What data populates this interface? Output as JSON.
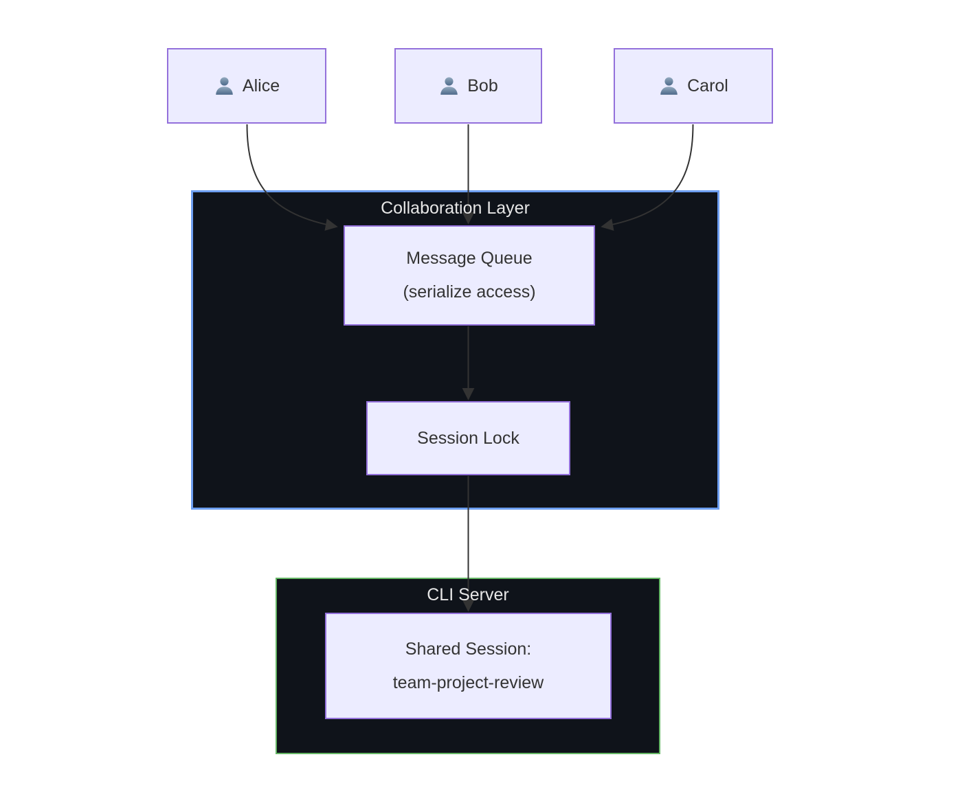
{
  "diagram": {
    "type": "flowchart",
    "actors": [
      {
        "id": "alice",
        "label": "Alice",
        "icon": "user-icon"
      },
      {
        "id": "bob",
        "label": "Bob",
        "icon": "user-icon"
      },
      {
        "id": "carol",
        "label": "Carol",
        "icon": "user-icon"
      }
    ],
    "clusters": {
      "collaboration": {
        "title": "Collaboration Layer",
        "nodes": {
          "message_queue": {
            "line1": "Message Queue",
            "line2": "(serialize access)"
          },
          "session_lock": {
            "label": "Session Lock"
          }
        }
      },
      "cli_server": {
        "title": "CLI Server",
        "nodes": {
          "shared_session": {
            "line1": "Shared Session:",
            "line2": "team-project-review"
          }
        }
      }
    },
    "edges": [
      {
        "from": "Alice",
        "to": "Message Queue"
      },
      {
        "from": "Bob",
        "to": "Message Queue"
      },
      {
        "from": "Carol",
        "to": "Message Queue"
      },
      {
        "from": "Message Queue",
        "to": "Session Lock"
      },
      {
        "from": "Session Lock",
        "to": "Shared Session"
      }
    ],
    "colors": {
      "canvas_bg": "#ffffff",
      "node_fill": "#ECECFF",
      "node_border": "#9370DB",
      "node_text": "#333333",
      "cluster_bg": "#0f131a",
      "collab_border": "#6d9ef0",
      "cli_border": "#65b665",
      "cluster_title": "#e6e6e6",
      "edge": "#333333",
      "icon_top": "#93aabf",
      "icon_bottom": "#4d6a8a"
    }
  }
}
